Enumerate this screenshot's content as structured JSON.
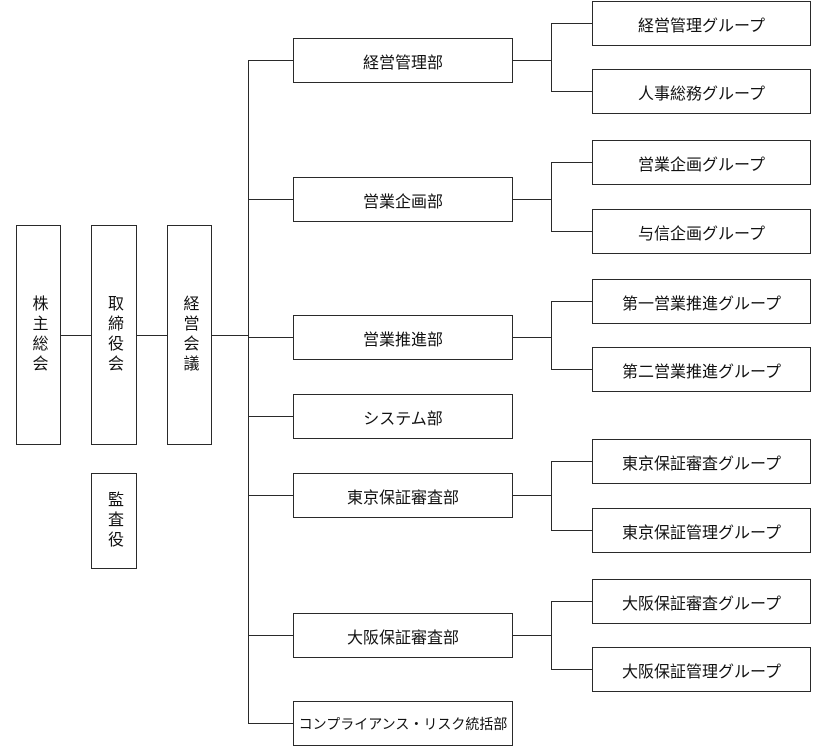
{
  "top": {
    "shareholders": "株主総会",
    "board": "取締役会",
    "auditor": "監査役",
    "management_meeting": "経営会議"
  },
  "departments": [
    {
      "name": "経営管理部",
      "groups": [
        "経営管理グループ",
        "人事総務グループ"
      ]
    },
    {
      "name": "営業企画部",
      "groups": [
        "営業企画グループ",
        "与信企画グループ"
      ]
    },
    {
      "name": "営業推進部",
      "groups": [
        "第一営業推進グループ",
        "第二営業推進グループ"
      ]
    },
    {
      "name": "システム部",
      "groups": []
    },
    {
      "name": "東京保証審査部",
      "groups": [
        "東京保証審査グループ",
        "東京保証管理グループ"
      ]
    },
    {
      "name": "大阪保証審査部",
      "groups": [
        "大阪保証審査グループ",
        "大阪保証管理グループ"
      ]
    },
    {
      "name": "コンプライアンス・リスク統括部",
      "groups": []
    }
  ]
}
